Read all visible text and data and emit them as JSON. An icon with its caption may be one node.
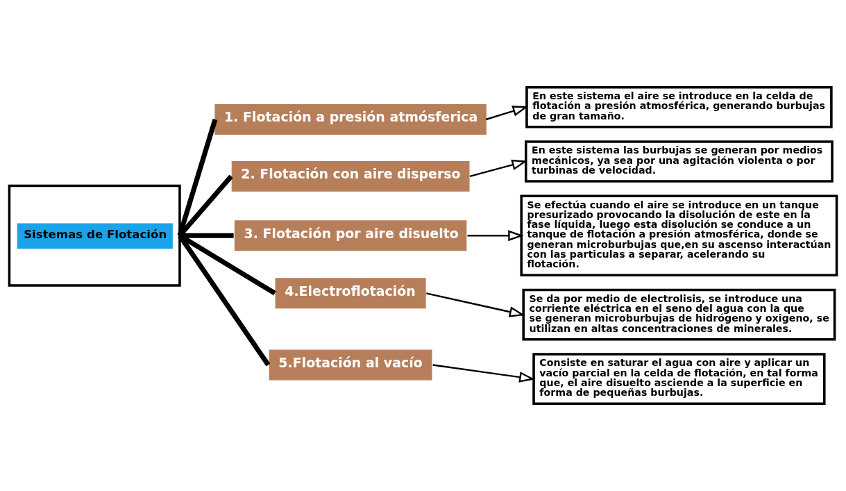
{
  "diagram": {
    "nodes": [
      {
        "text": [
          "Sistemas de Flotación"
        ]
      },
      {
        "text": [
          "1. Flotación a presión atmósferica"
        ]
      },
      {
        "text": [
          "2. Flotación con aire disperso"
        ]
      },
      {
        "text": [
          "3. Flotación por aire disuelto"
        ]
      },
      {
        "text": [
          "4.Electroflotación"
        ]
      },
      {
        "text": [
          "5.Flotación al vacío"
        ]
      },
      {
        "text": [
          "En este sistema el aire se introduce en la celda de flotación a presión atmosférica, generando burbujas de gran tamaño."
        ]
      },
      {
        "text": [
          "En este sistema las burbujas se generan por medios mecánicos, ya sea por una agitación violenta o por turbinas de velocidad."
        ]
      },
      {
        "text": [
          "Se efectúa cuando el aire se introduce en un tanque presurizado provocando la disolución de este en la fase líquida, luego esta disolución se conduce a un tanque de flotación a presión atmosférica, donde se generan microburbujas que,en su ascenso interactúan con las particulas a separar, acelerando su flotación."
        ]
      },
      {
        "text": [
          "Se da por medio de electrolisis, se introduce una corriente eléctrica en el seno del agua con la que se generan microburbujas de hidrógeno y oxigeno, se utilizan en altas concentraciones de minerales."
        ]
      },
      {
        "text": [
          "Consiste en saturar el agua con aire y aplicar un vacío parcial en la celda de flotación, en tal forma que, el aire disuelto asciende a la superficie en forma de pequeñas burbujas."
        ]
      }
    ],
    "edges": [
      {
        "from": 0,
        "to": 1,
        "arrow": "none",
        "style": "thick"
      },
      {
        "from": 0,
        "to": 2,
        "arrow": "none",
        "style": "thick"
      },
      {
        "from": 0,
        "to": 3,
        "arrow": "none",
        "style": "thick"
      },
      {
        "from": 0,
        "to": 4,
        "arrow": "none",
        "style": "thick"
      },
      {
        "from": 0,
        "to": 5,
        "arrow": "none",
        "style": "thick"
      },
      {
        "from": 1,
        "to": 6,
        "arrow": "to"
      },
      {
        "from": 2,
        "to": 7,
        "arrow": "to"
      },
      {
        "from": 3,
        "to": 8,
        "arrow": "to"
      },
      {
        "from": 4,
        "to": 9,
        "arrow": "to"
      },
      {
        "from": 5,
        "to": 10,
        "arrow": "to"
      }
    ]
  }
}
